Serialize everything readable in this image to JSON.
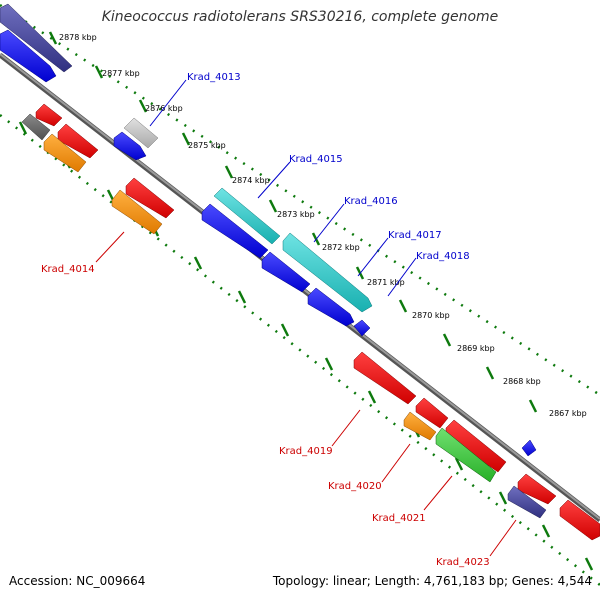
{
  "title": "Kineococcus radiotolerans SRS30216, complete genome",
  "footer": {
    "accession": "Accession: NC_009664",
    "summary": "Topology: linear; Length: 4,761,183 bp; Genes: 4,544"
  },
  "colors": {
    "backbone": "#808080",
    "ticks": "#0e7a0e",
    "label_forward": "#0000cc",
    "label_reverse": "#cc0000"
  },
  "ticks": [
    {
      "text": "2878 kbp",
      "pos": 2878
    },
    {
      "text": "2877 kbp",
      "pos": 2877
    },
    {
      "text": "2876 kbp",
      "pos": 2876
    },
    {
      "text": "2875 kbp",
      "pos": 2875
    },
    {
      "text": "2874 kbp",
      "pos": 2874
    },
    {
      "text": "2873 kbp",
      "pos": 2873
    },
    {
      "text": "2872 kbp",
      "pos": 2872
    },
    {
      "text": "2871 kbp",
      "pos": 2871
    },
    {
      "text": "2870 kbp",
      "pos": 2870
    },
    {
      "text": "2869 kbp",
      "pos": 2869
    },
    {
      "text": "2868 kbp",
      "pos": 2868
    },
    {
      "text": "2867 kbp",
      "pos": 2867
    }
  ],
  "gene_labels": [
    {
      "text": "Krad_4013",
      "strand": "forward"
    },
    {
      "text": "Krad_4015",
      "strand": "forward"
    },
    {
      "text": "Krad_4016",
      "strand": "forward"
    },
    {
      "text": "Krad_4017",
      "strand": "forward"
    },
    {
      "text": "Krad_4018",
      "strand": "forward"
    },
    {
      "text": "Krad_4014",
      "strand": "reverse"
    },
    {
      "text": "Krad_4019",
      "strand": "reverse"
    },
    {
      "text": "Krad_4020",
      "strand": "reverse"
    },
    {
      "text": "Krad_4021",
      "strand": "reverse"
    },
    {
      "text": "Krad_4023",
      "strand": "reverse"
    }
  ]
}
